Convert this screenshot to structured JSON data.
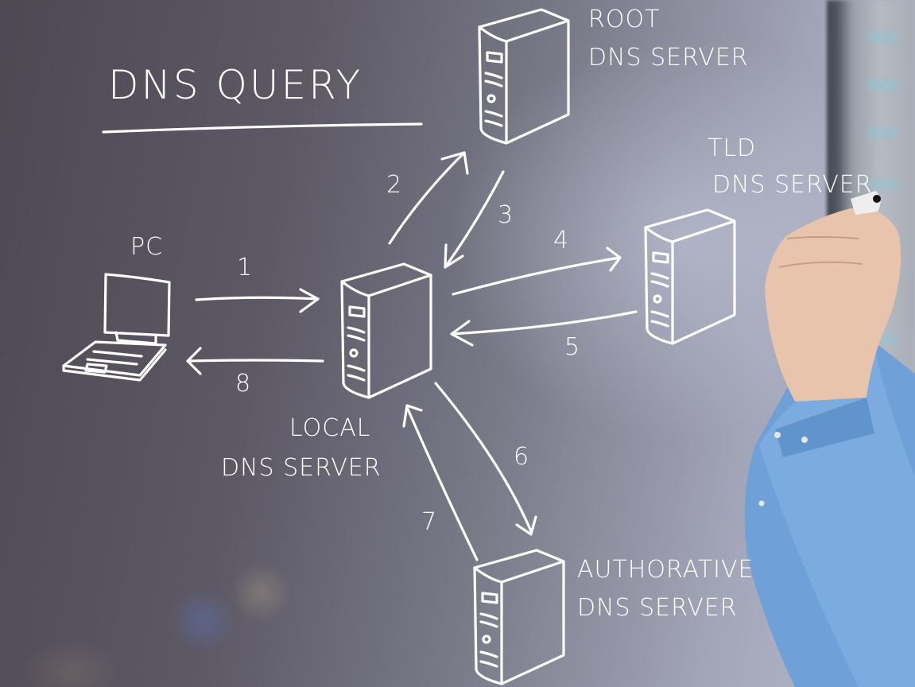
{
  "title": "DNS QUERY",
  "nodes": {
    "pc": {
      "label": "PC"
    },
    "local": {
      "line1": "LOCAL",
      "line2": "DNS SERVER"
    },
    "root": {
      "line1": "ROOT",
      "line2": "DNS SERVER"
    },
    "tld": {
      "line1": "TLD",
      "line2": "DNS SERVER"
    },
    "authoritative": {
      "line1": "AUTHORATIVE",
      "line2": "DNS SERVER"
    }
  },
  "steps": [
    {
      "n": "1",
      "from": "PC",
      "to": "Local DNS Server"
    },
    {
      "n": "2",
      "from": "Local DNS Server",
      "to": "Root DNS Server"
    },
    {
      "n": "3",
      "from": "Root DNS Server",
      "to": "Local DNS Server"
    },
    {
      "n": "4",
      "from": "Local DNS Server",
      "to": "TLD DNS Server"
    },
    {
      "n": "5",
      "from": "TLD DNS Server",
      "to": "Local DNS Server"
    },
    {
      "n": "6",
      "from": "Local DNS Server",
      "to": "Authorative DNS Server"
    },
    {
      "n": "7",
      "from": "Authorative DNS Server",
      "to": "Local DNS Server"
    },
    {
      "n": "8",
      "from": "Local DNS Server",
      "to": "PC"
    }
  ],
  "colors": {
    "chalk": "#ffffff",
    "board_dark": "#4e4853",
    "board_light": "#b9bccd",
    "shirt": "#6fa0d8",
    "skin": "#e8c4ad"
  }
}
